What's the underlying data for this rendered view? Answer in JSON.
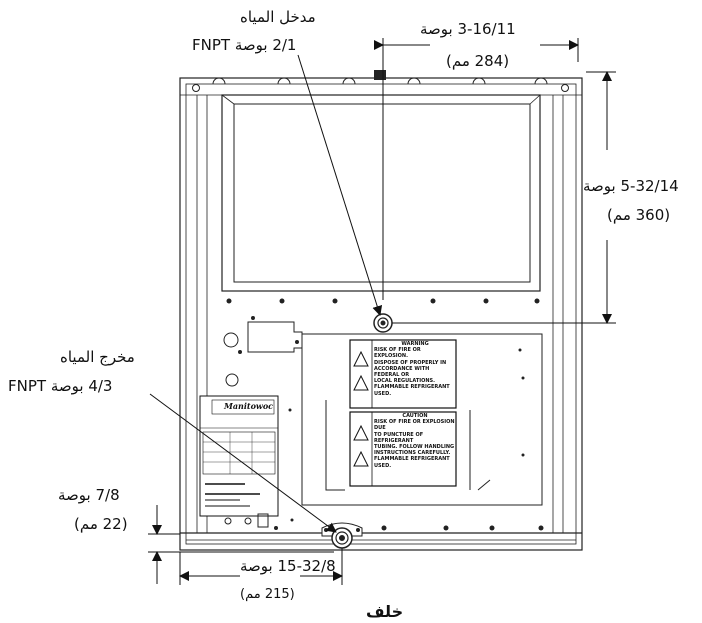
{
  "labels": {
    "inlet_title": "مدخل المياه",
    "inlet_size": "2/1 بوصة FNPT",
    "outlet_title": "مخرج المياه",
    "outlet_size": "4/3 بوصة FNPT",
    "dim_top": "3-16/11 بوصة",
    "dim_top_mm": "(284 مم)",
    "dim_right": "5-32/14 بوصة",
    "dim_right_mm": "(360 مم)",
    "dim_left": "7/8 بوصة",
    "dim_left_mm": "(22 مم)",
    "dim_bottom": "15-32/8 بوصة",
    "dim_bottom_mm": "(215 مم)",
    "view_title": "خلف"
  },
  "warning_label_1": {
    "title": "WARNING",
    "lines": [
      "RISK OF FIRE OR EXPLOSION.",
      "DISPOSE OF PROPERLY IN",
      "ACCORDANCE WITH FEDERAL OR",
      "LOCAL REGULATIONS.",
      "FLAMMABLE REFRIGERANT USED."
    ]
  },
  "warning_label_2": {
    "title": "CAUTION",
    "lines": [
      "RISK OF FIRE OR EXPLOSION DUE",
      "TO PUNCTURE OF REFRIGERANT",
      "TUBING. FOLLOW HANDLING",
      "INSTRUCTIONS CAREFULLY.",
      "FLAMMABLE REFRIGERANT USED."
    ]
  },
  "nameplate": {
    "brand": "Manitowoc"
  }
}
